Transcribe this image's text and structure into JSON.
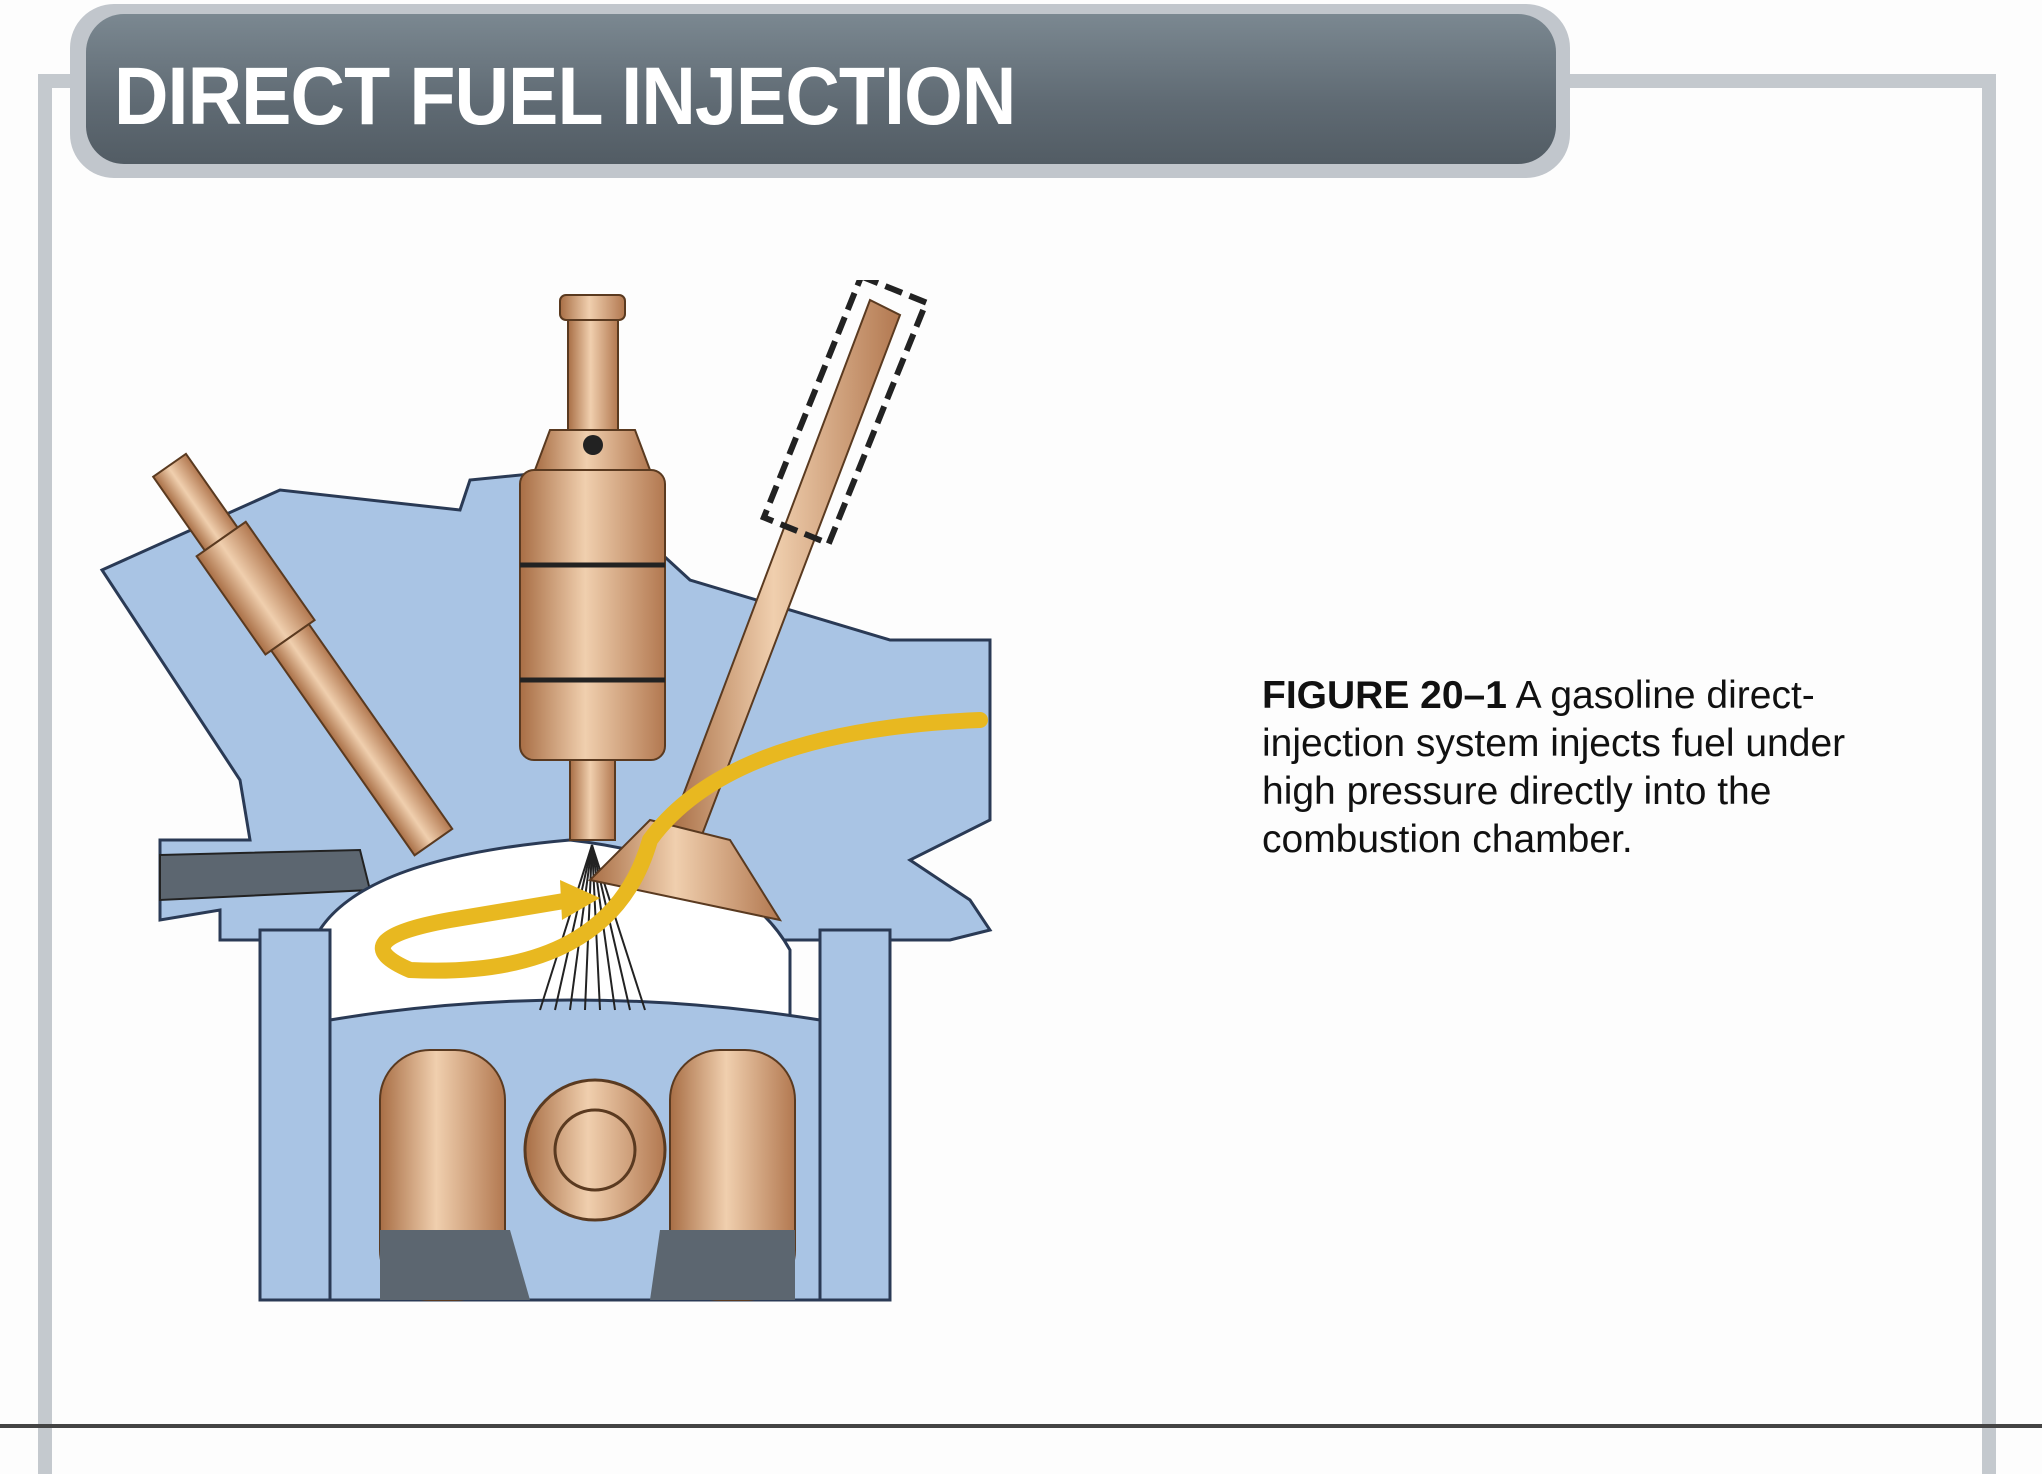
{
  "header": {
    "title": "DIRECT FUEL INJECTION"
  },
  "caption": {
    "label": "FIGURE 20–1",
    "text": "A gasoline direct-injection system injects fuel under high pressure directly into the combustion chamber."
  },
  "colors": {
    "head_blue": "#a9c4e4",
    "bronze": "#c9956a",
    "fuel_yellow": "#e8b820",
    "header_gray": "#65707a"
  }
}
